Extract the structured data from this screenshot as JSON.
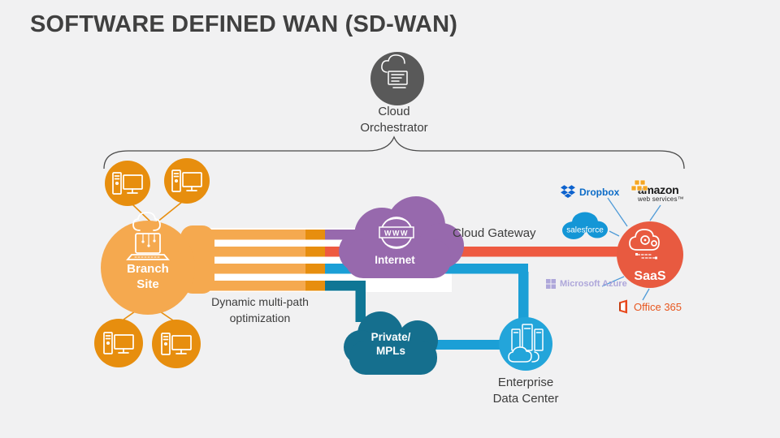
{
  "title": "SOFTWARE DEFINED WAN (SD-WAN)",
  "nodes": {
    "cloud_orchestrator": {
      "label": "Cloud Orchestrator"
    },
    "branch_site": {
      "label": "Branch Site"
    },
    "internet": {
      "label": "Internet",
      "icon_text": "WWW"
    },
    "private_mpls": {
      "label": "Private/ MPLs"
    },
    "saas": {
      "label": "SaaS"
    },
    "enterprise_dc": {
      "label": "Enterprise Data Center"
    }
  },
  "annotations": {
    "cloud_gateway": "Cloud Gateway",
    "multipath": "Dynamic multi-path optimization"
  },
  "logos": {
    "dropbox": "Dropbox",
    "amazon": "amazon",
    "amazon_sub": "web services™",
    "salesforce": "salesforce",
    "azure": "Microsoft Azure",
    "office": "Office 365"
  },
  "icons": {
    "cloud_orchestrator_icon": "cloud-management",
    "branch_site_icon": "laptop-cloud",
    "workstation_icon": "desktop-computer",
    "internet_icon": "www-globe",
    "saas_icon": "cloud-gears-circuit",
    "enterprise_dc_icon": "server-racks-cloud"
  },
  "colors": {
    "background": "#f1f1f2",
    "orange_light": "#f5a94f",
    "orange_dark": "#e78e0e",
    "purple": "#9769ad",
    "red": "#ee5a41",
    "blue": "#1b9fd6",
    "teal": "#0f7695",
    "gray_node": "#595959",
    "edc_blue": "#23a5da",
    "text_dark": "#3c3c3c",
    "connector_blue": "#4f9bd8"
  }
}
